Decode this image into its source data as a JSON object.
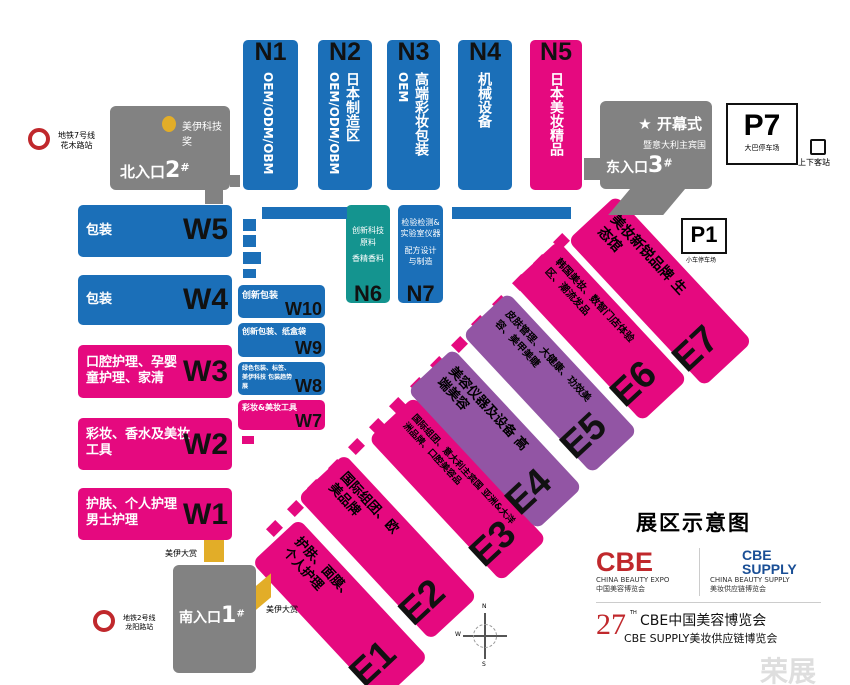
{
  "title": "展区示意图",
  "colors": {
    "blue": "#1b6fb8",
    "pink": "#e5097f",
    "purple": "#9255a4",
    "teal": "#14948f",
    "gray": "#828282",
    "gold": "#e2ad28",
    "red": "#c0282c"
  },
  "north_halls": [
    {
      "code": "N1",
      "desc": "OEM/ODM/OBM"
    },
    {
      "code": "N2",
      "desc": "日本制造区",
      "desc2": "OEM/ODM/OBM"
    },
    {
      "code": "N3",
      "desc": "高端彩妆包装",
      "desc2": "OEM"
    },
    {
      "code": "N4",
      "desc": "机械设备"
    },
    {
      "code": "N5",
      "desc": "日本美妆精品"
    },
    {
      "code": "N6",
      "desc": "创新科技原料",
      "desc2": "香精香料"
    },
    {
      "code": "N7",
      "desc": "检验检测&实验室仪器",
      "desc2": "配方设计与制造"
    }
  ],
  "west_halls": [
    {
      "code": "W5",
      "desc": "包装"
    },
    {
      "code": "W4",
      "desc": "包装"
    },
    {
      "code": "W3",
      "desc": "口腔护理、孕婴童护理、家清"
    },
    {
      "code": "W2",
      "desc": "彩妆、香水及美妆工具"
    },
    {
      "code": "W1",
      "desc": "护肤、个人护理 男士护理"
    },
    {
      "code": "W10",
      "desc": "创新包装"
    },
    {
      "code": "W9",
      "desc": "创新包装、纸盒袋"
    },
    {
      "code": "W8",
      "desc": "绿色包装、标签、美伊科技 包装趋势展"
    },
    {
      "code": "W7",
      "desc": "彩妆&美妆工具"
    }
  ],
  "east_halls": [
    {
      "code": "E1",
      "desc": "护肤、面膜、个人护理"
    },
    {
      "code": "E2",
      "desc": "国际组团、欧美品牌"
    },
    {
      "code": "E3",
      "desc": "国际组团、意大利主宾国 亚洲&大洋洲品牌、口腔美容品"
    },
    {
      "code": "E4",
      "desc": "美容仪器及设备 高端美容"
    },
    {
      "code": "E5",
      "desc": "皮肤管理、大健康、功效美容、美甲美睫"
    },
    {
      "code": "E6",
      "desc": "韩国美妆、数智门店体验区、潮流发品"
    },
    {
      "code": "E7",
      "desc": "美妆新锐品牌 生态馆"
    }
  ],
  "entrances": {
    "north": {
      "label": "北入口",
      "num": "2",
      "mark": "#",
      "award": "美伊科技奖"
    },
    "east": {
      "label": "东入口",
      "num": "3",
      "mark": "#",
      "event": "开幕式",
      "event_sub": "暨意大利主宾国"
    },
    "south": {
      "label": "南入口",
      "num": "1",
      "mark": "#",
      "award": "美伊大赏",
      "award2": "美伊大赏"
    }
  },
  "metro": [
    {
      "line": "地铁7号线",
      "station": "花木路站"
    },
    {
      "line": "地铁2号线",
      "station": "龙阳路站"
    }
  ],
  "parking": [
    {
      "code": "P7",
      "label": "大巴停车场"
    },
    {
      "code": "P1",
      "label": "小车停车场"
    }
  ],
  "bus_stop": "上下客站",
  "compass": {
    "n": "N",
    "s": "S",
    "w": "W"
  },
  "logos": {
    "cbe": "CBE",
    "cbe_en": "CHINA BEAUTY EXPO",
    "cbe_cn": "中国美容博览会",
    "supply1": "CBE",
    "supply2": "SUPPLY",
    "supply_en": "CHINA BEAUTY SUPPLY",
    "supply_cn": "美妆供应链博览会",
    "edition": "27",
    "edition_sup": "TH",
    "line1": "CBE中国美容博览会",
    "line2": "CBE SUPPLY美妆供应链博览会"
  },
  "watermark": "荣展"
}
